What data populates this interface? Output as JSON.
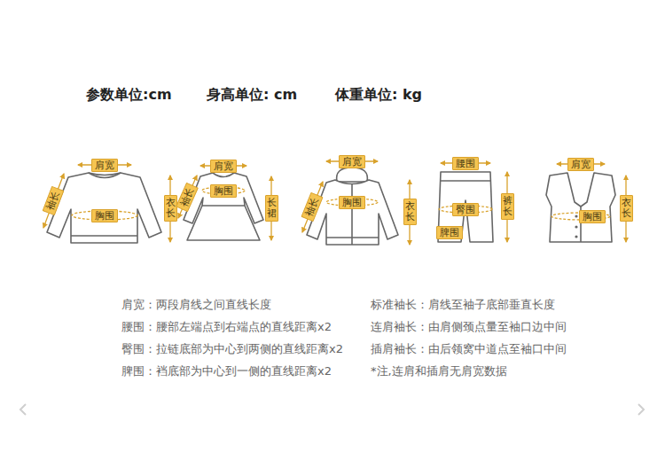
{
  "diagram": {
    "nodes": [
      {
        "text": [
          "肩宽"
        ]
      },
      {
        "text": [
          "袖长"
        ]
      },
      {
        "text": [
          "胸围"
        ]
      },
      {
        "text": [
          "衣长"
        ]
      },
      {
        "text": [
          "肩宽"
        ]
      },
      {
        "text": [
          "袖长"
        ]
      },
      {
        "text": [
          "胸围"
        ]
      },
      {
        "text": [
          "长裙"
        ]
      },
      {
        "text": [
          "肩宽"
        ]
      },
      {
        "text": [
          "袖长"
        ]
      },
      {
        "text": [
          "胸围"
        ]
      },
      {
        "text": [
          "衣长"
        ]
      },
      {
        "text": [
          "腰围"
        ]
      },
      {
        "text": [
          "臀围"
        ]
      },
      {
        "text": [
          "脾围"
        ]
      },
      {
        "text": [
          "裤长"
        ]
      },
      {
        "text": [
          "肩宽"
        ]
      },
      {
        "text": [
          "胸围"
        ]
      },
      {
        "text": [
          "衣长"
        ]
      }
    ],
    "labels": [
      "参数单位:cm",
      "身高单位: cm",
      "体重单位: kg",
      "肩宽：两段肩线之间直线长度",
      "腰围：腰部左端点到右端点的直线距离x2",
      "臀围：拉链底部为中心到两侧的直线距离x2",
      "脾围：裆底部为中心到一侧的直线距离x2",
      "标准袖长：肩线至袖子底部垂直长度",
      "连肩袖长：由肩侧颈点量至袖口边中间",
      "插肩袖长：由后领窝中道点至袖口中间",
      "*注,连肩和插肩无肩宽数据"
    ]
  }
}
